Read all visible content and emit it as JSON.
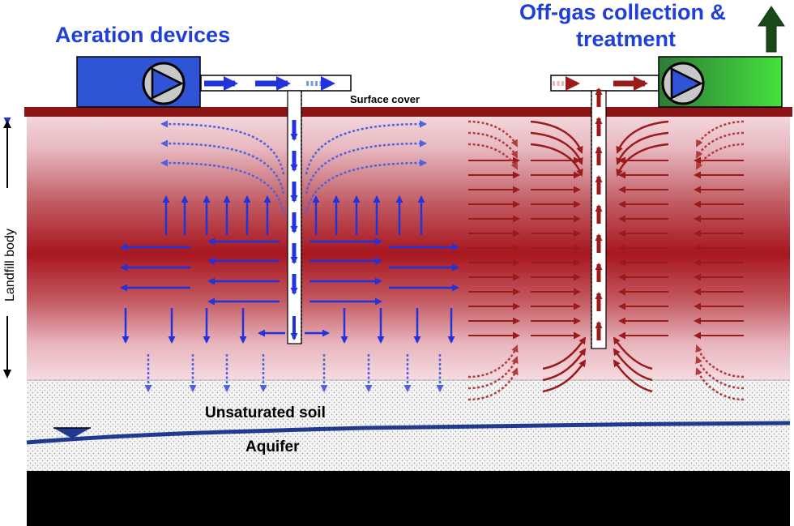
{
  "labels": {
    "aeration_title": "Aeration devices",
    "offgas_title_line1": "Off-gas collection &",
    "offgas_title_line2": "treatment",
    "surface_cover": "Surface cover",
    "landfill_body": "Landfill body",
    "unsaturated_soil": "Unsaturated soil",
    "aquifer": "Aquifer"
  },
  "colors": {
    "title_blue": "#1f3fd8",
    "aeration_box": "#2f55d6",
    "cover": "#8b1414",
    "air_arrow": "#2233dd",
    "gas_arrow": "#9b1b1b",
    "water_line": "#1f3a8f",
    "bedrock": "#000000"
  },
  "icons": {
    "pump": "pump-icon",
    "outlet": "up-arrow-icon",
    "water_table": "water-table-marker-icon"
  }
}
